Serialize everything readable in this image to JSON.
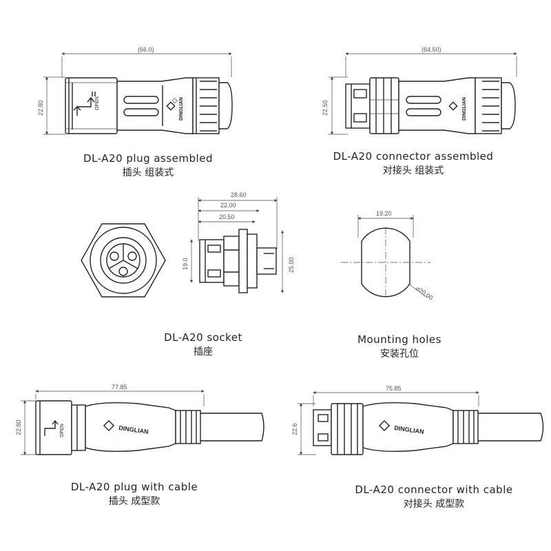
{
  "views": [
    {
      "en": "DL-A20 plug assembled",
      "cn": "插头 组装式",
      "dim_length": "(66.0)",
      "dim_height": "22.80",
      "vertical_text": "OPEN"
    },
    {
      "en": "DL-A20  connector assembled",
      "cn": "对接头 组装式",
      "dim_length": "(64.50)",
      "dim_height": "22.50"
    },
    {
      "en": "DL-A20  socket",
      "cn": "插座",
      "dim_total": "28.60",
      "dim_mid": "22.00",
      "dim_inner": "20.50",
      "dim_height": "19.0",
      "dim_flange": "25.00"
    },
    {
      "en": "Mounting holes",
      "cn": "安装孔位",
      "dim_width": "19.20",
      "dim_diameter": "⌀20.00"
    },
    {
      "en": "DL-A20 plug with cable",
      "cn": "插头 成型款",
      "dim_length": "77.85",
      "dim_height": "22.80"
    },
    {
      "en": "DL-A20 connector with cable",
      "cn": "对接头 成型款",
      "dim_length": "75.85",
      "dim_height": "22.6"
    }
  ],
  "brand": "DINGLIAN"
}
